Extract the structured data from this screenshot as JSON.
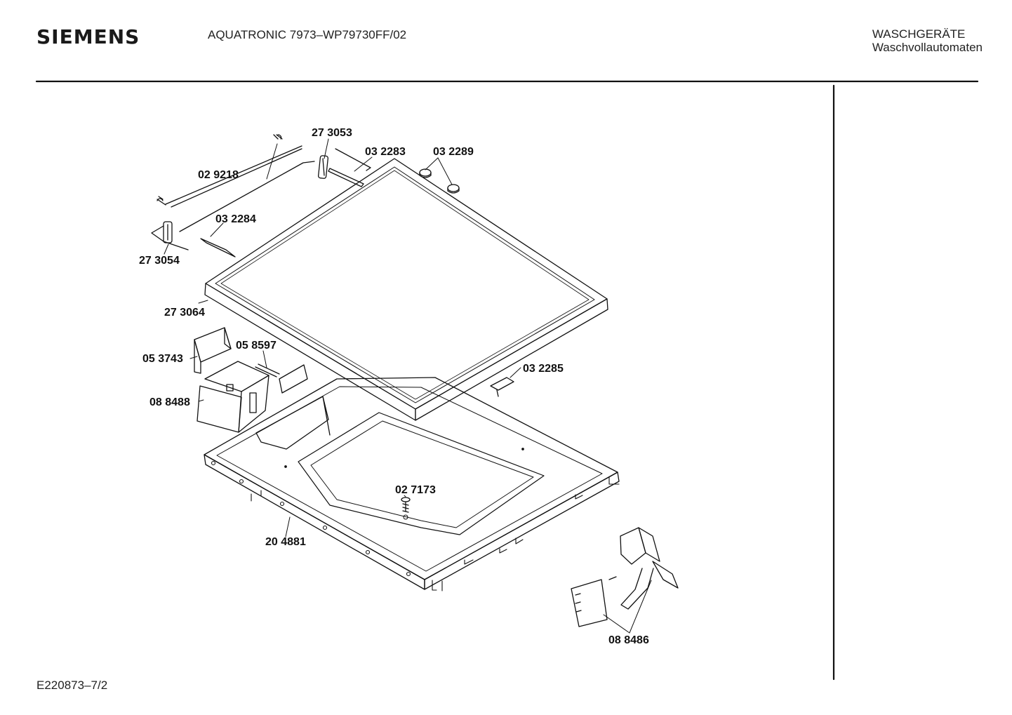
{
  "header": {
    "brand": "SIEMENS",
    "model": "AQUATRONIC 7973–WP79730FF/02",
    "category": "WASCHGERÄTE",
    "subcategory": "Waschvollautomaten"
  },
  "footer": {
    "drawing_code": "E220873–7/2"
  },
  "part_labels": [
    "27 3053",
    "03 2283",
    "03 2289",
    "02 9218",
    "03 2284",
    "27 3054",
    "27 3064",
    "05 8597",
    "05 3743",
    "08 8488",
    "03 2285",
    "02 7173",
    "20 4881",
    "08 8486"
  ]
}
